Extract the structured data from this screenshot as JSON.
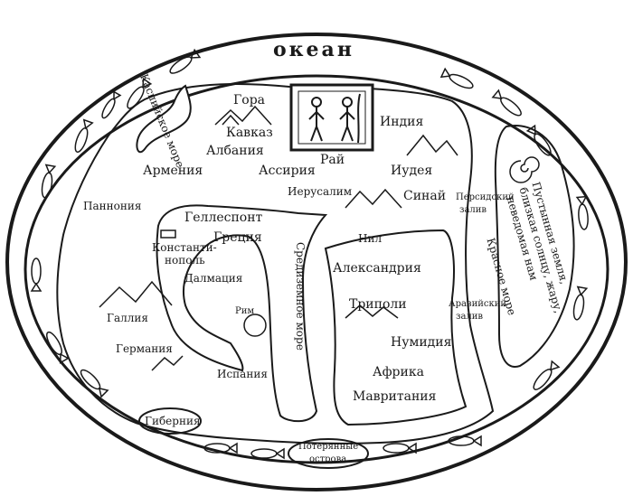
{
  "map": {
    "ocean": "океан",
    "labels": {
      "caspian_sea": "Каспийское море",
      "mount_caucasus_1": "Гора",
      "mount_caucasus_2": "Кавказ",
      "albania": "Албания",
      "armenia": "Армения",
      "assyria": "Ассирия",
      "paradise": "Рай",
      "india": "Индия",
      "judea": "Иудея",
      "jerusalem": "Иерусалим",
      "sinai": "Синай",
      "pannonia": "Паннония",
      "hellespont": "Геллеспонт",
      "greece": "Греция",
      "constantinople_1": "Константи-",
      "constantinople_2": "нополь",
      "dalmatia": "Далмация",
      "gaul": "Галлия",
      "germania": "Германия",
      "rome": "Рим",
      "spain": "Испания",
      "mediterranean": "Средиземное море",
      "nile": "Нил",
      "alexandria": "Александрия",
      "tripoli": "Триполи",
      "numidia": "Нумидия",
      "africa": "Африка",
      "mauritania": "Мавритания",
      "persian_gulf_1": "Персидский",
      "persian_gulf_2": "залив",
      "arabian_gulf_1": "Аравийский",
      "arabian_gulf_2": "залив",
      "red_sea": "Красное море",
      "desert_1": "Пустынная земля,",
      "desert_2": "близкая солнцу, жару,",
      "desert_3": "неведомая нам",
      "hibernia": "Гиберния",
      "blessed_isles_1": "Потерянные",
      "blessed_isles_2": "острова"
    }
  }
}
